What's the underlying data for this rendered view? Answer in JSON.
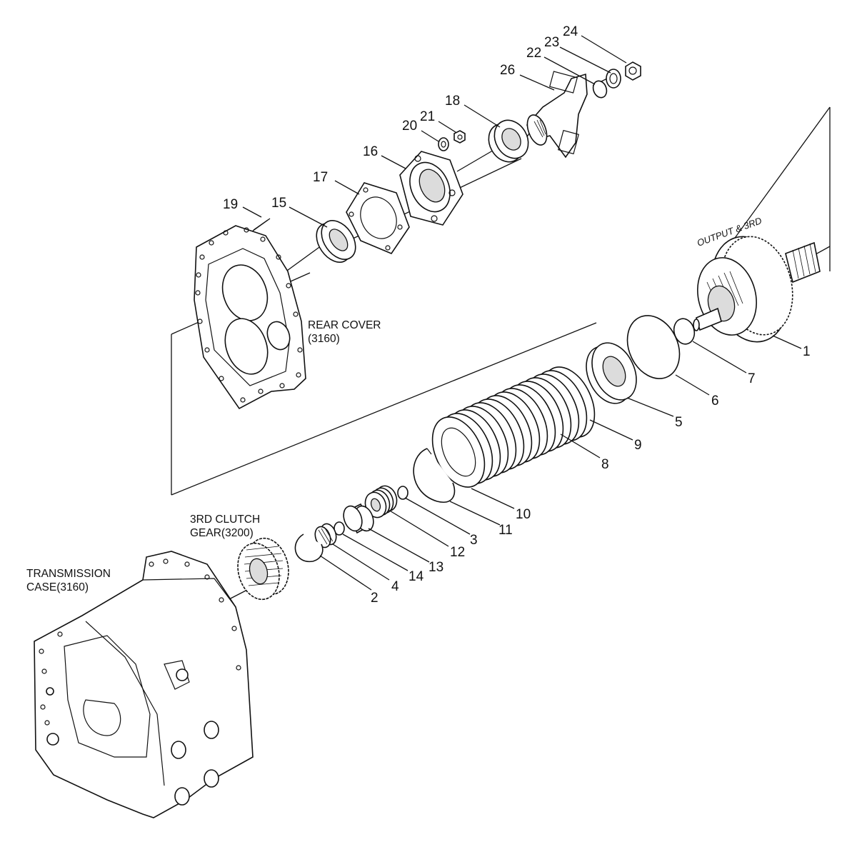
{
  "callouts": {
    "n1": "1",
    "n2": "2",
    "n3": "3",
    "n4": "4",
    "n5": "5",
    "n6": "6",
    "n7": "7",
    "n8": "8",
    "n9": "9",
    "n10": "10",
    "n11": "11",
    "n12": "12",
    "n13": "13",
    "n14": "14",
    "n15": "15",
    "n16": "16",
    "n17": "17",
    "n18": "18",
    "n19": "19",
    "n20": "20",
    "n21": "21",
    "n22": "22",
    "n23": "23",
    "n24": "24",
    "n26": "26"
  },
  "labels": {
    "rear_cover_line1": "REAR COVER",
    "rear_cover_line2": "(3160)",
    "clutch_gear_line1": "3RD CLUTCH",
    "clutch_gear_line2": "GEAR(3200)",
    "case_line1": "TRANSMISSION",
    "case_line2": "CASE(3160)",
    "output_label": "OUTPUT & 3RD"
  }
}
